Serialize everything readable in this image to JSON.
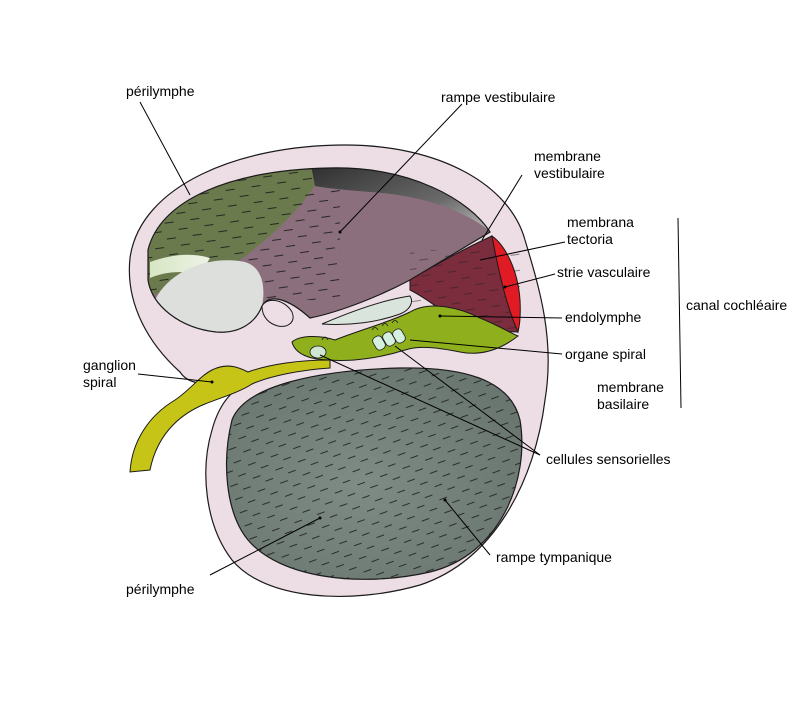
{
  "labels": {
    "perilymphe_top": "périlymphe",
    "rampe_vestibulaire": "rampe vestibulaire",
    "membrane_vestibulaire_1": "membrane",
    "membrane_vestibulaire_2": "vestibulaire",
    "membrana_tectoria_1": "membrana",
    "membrana_tectoria_2": "tectoria",
    "strie_vasculaire": "strie vasculaire",
    "canal_cochleaire": "canal cochléaire",
    "endolymphe": "endolymphe",
    "organe_spiral": "organe spiral",
    "membrane_basilaire_1": "membrane",
    "membrane_basilaire_2": "basilaire",
    "ganglion_spiral_1": "ganglion",
    "ganglion_spiral_2": "spiral",
    "cellules_sensorielles": "cellules sensorielles",
    "rampe_tympanique": "rampe tympanique",
    "perilymphe_bottom": "périlymphe"
  },
  "colors": {
    "bone": "#eddde4",
    "outline": "#1a1a1a",
    "vestibular_green": "#6a7a4c",
    "vestibular_purple": "#8b6f7c",
    "vestibular_dark": "#3d3d3d",
    "tympanic": "#77857d",
    "stria": "#7b2d3e",
    "stria_red": "#e01b24",
    "organ_green": "#8faf1c",
    "nerve_yellow": "#c6c417"
  }
}
